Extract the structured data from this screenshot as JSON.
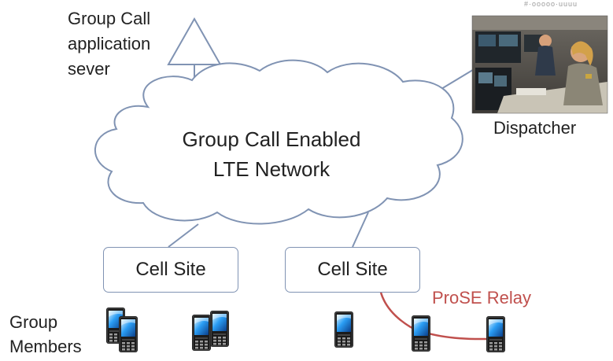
{
  "diagram": {
    "server_label_lines": [
      "Group Call",
      "application",
      "sever"
    ],
    "network_label_lines": [
      "Group Call Enabled",
      "LTE Network"
    ],
    "dispatcher_label": "Dispatcher",
    "cell_sites": [
      "Cell Site",
      "Cell Site"
    ],
    "members_label_lines": [
      "Group",
      "Members"
    ],
    "relay_label": "ProSE Relay",
    "corner_text": "#·ooooo·uuuu"
  },
  "colors": {
    "outline": "#8093b3",
    "text": "#222222",
    "relay": "#c0504d",
    "phone_screen": "#1e90ff"
  },
  "icons": [
    "antenna-icon",
    "cloud-icon",
    "dispatcher-photo",
    "mobile-phone-icon"
  ]
}
